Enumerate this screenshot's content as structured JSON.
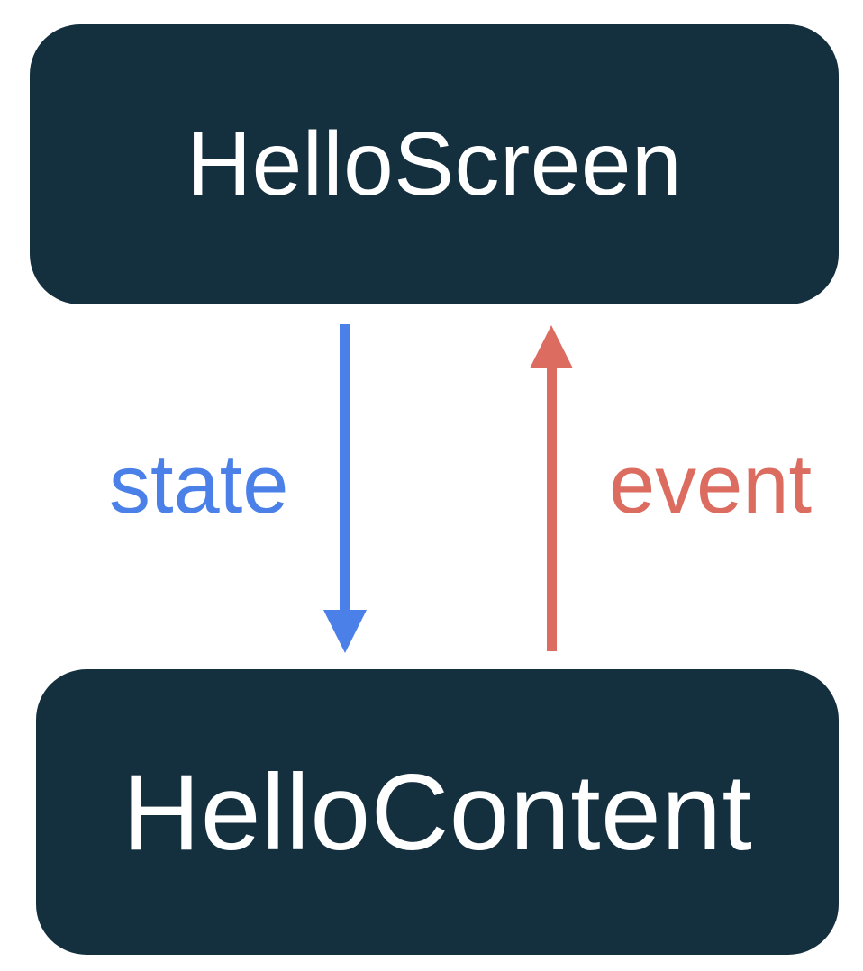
{
  "diagram": {
    "top_box": {
      "label": "HelloScreen"
    },
    "bottom_box": {
      "label": "HelloContent"
    },
    "arrows": [
      {
        "name": "state-arrow",
        "label": "state",
        "direction": "down",
        "from": "HelloScreen",
        "to": "HelloContent"
      },
      {
        "name": "event-arrow",
        "label": "event",
        "direction": "up",
        "from": "HelloContent",
        "to": "HelloScreen"
      }
    ]
  },
  "colors": {
    "background": "#FFFFFF",
    "box_background": "#142F3E",
    "box_text": "#FFFFFF",
    "state_arrow": "#4A80E8",
    "event_arrow": "#DB6C5F"
  }
}
